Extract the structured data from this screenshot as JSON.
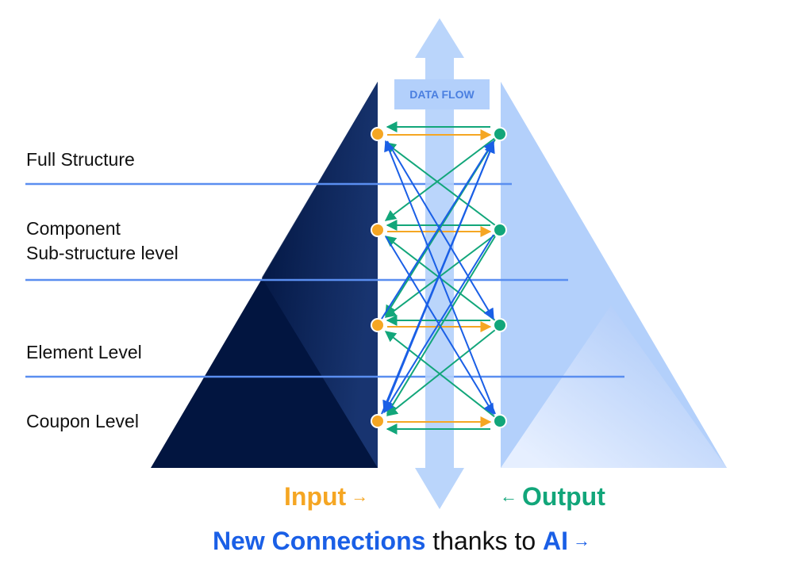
{
  "levels": [
    {
      "lines": [
        "Full Structure"
      ]
    },
    {
      "lines": [
        "Component",
        "Sub-structure level"
      ]
    },
    {
      "lines": [
        "Element Level"
      ]
    },
    {
      "lines": [
        "Coupon Level"
      ]
    }
  ],
  "data_flow_label": "DATA FLOW",
  "input_label": "Input",
  "output_label": "Output",
  "footer": {
    "part1": "New Connections",
    "part2": " thanks to ",
    "part3": "AI"
  },
  "colors": {
    "left_pyramid_dark": "#021540",
    "right_pyramid_light": "#b3d0fb",
    "data_flow_arrow": "#b3d0fb",
    "level_line": "#5a8ef0",
    "input": "#f5a623",
    "output": "#12a67a",
    "connection_blue": "#1a5fe6",
    "text_accent": "#1a5fe6"
  },
  "icons": {
    "input_arrow": "arrow-right-icon",
    "output_arrow": "arrow-left-icon",
    "ai_arrow": "arrow-right-icon"
  }
}
